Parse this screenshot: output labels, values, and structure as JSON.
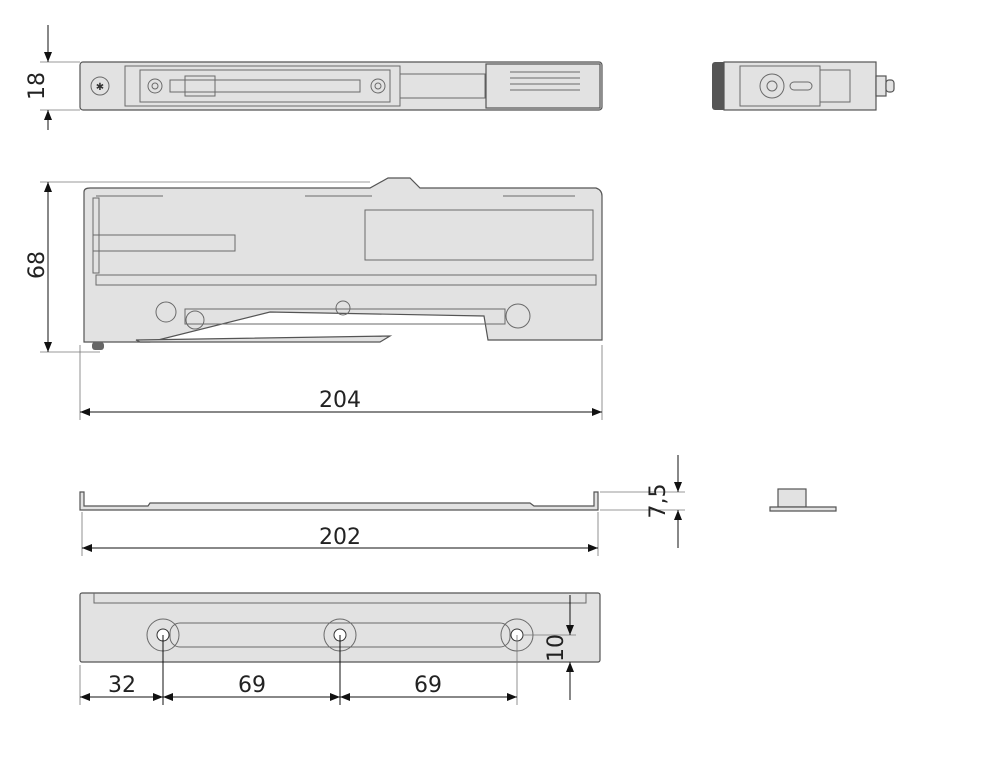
{
  "dimensions": {
    "top_height": "18",
    "front_height": "68",
    "front_length": "204",
    "plate_thickness": "7,5",
    "plate_length": "202",
    "hole_offset_first": "32",
    "hole_spacing_1": "69",
    "hole_spacing_2": "69",
    "hole_edge_offset": "10"
  }
}
